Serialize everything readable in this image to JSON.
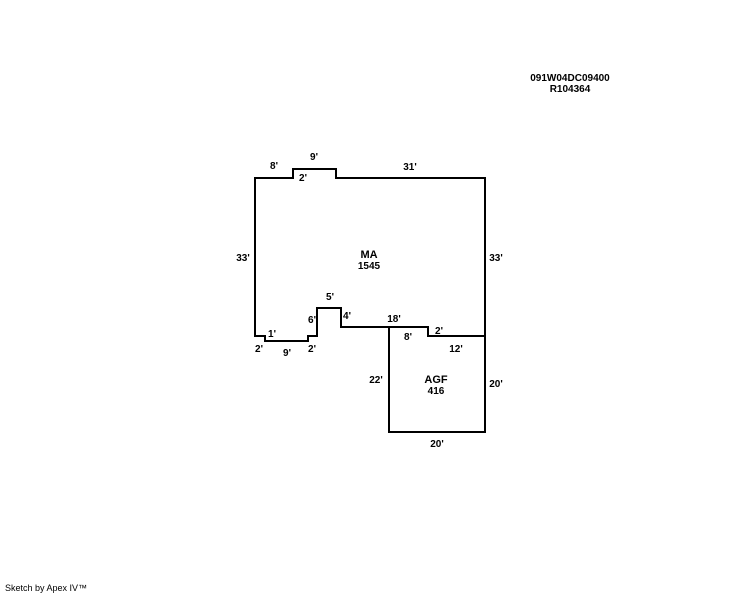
{
  "header": {
    "parcel_id": "091W04DC09400",
    "account_id": "R104364"
  },
  "areas": [
    {
      "code": "MA",
      "sqft": "1545"
    },
    {
      "code": "AGF",
      "sqft": "416"
    }
  ],
  "dimensions": {
    "ma_top_left": "8'",
    "ma_bump_top": "9'",
    "ma_bump_side": "2'",
    "ma_top_right": "31'",
    "ma_left": "33'",
    "ma_right": "33'",
    "ma_notch_top": "5'",
    "ma_notch_left": "6'",
    "ma_notch_right": "4'",
    "ma_step_vert": "1'",
    "ma_bottom_left_step": "2'",
    "ma_bottom_mid": "9'",
    "ma_bottom_step": "2'",
    "ma_bottom_right": "18'",
    "agf_top_left": "8'",
    "agf_top_step": "2'",
    "agf_top_right": "12'",
    "agf_left": "22'",
    "agf_right": "20'",
    "agf_bottom": "20'"
  },
  "footer": {
    "credit": "Sketch by Apex IV™"
  },
  "colors": {
    "line": "#000000",
    "background": "#ffffff"
  }
}
